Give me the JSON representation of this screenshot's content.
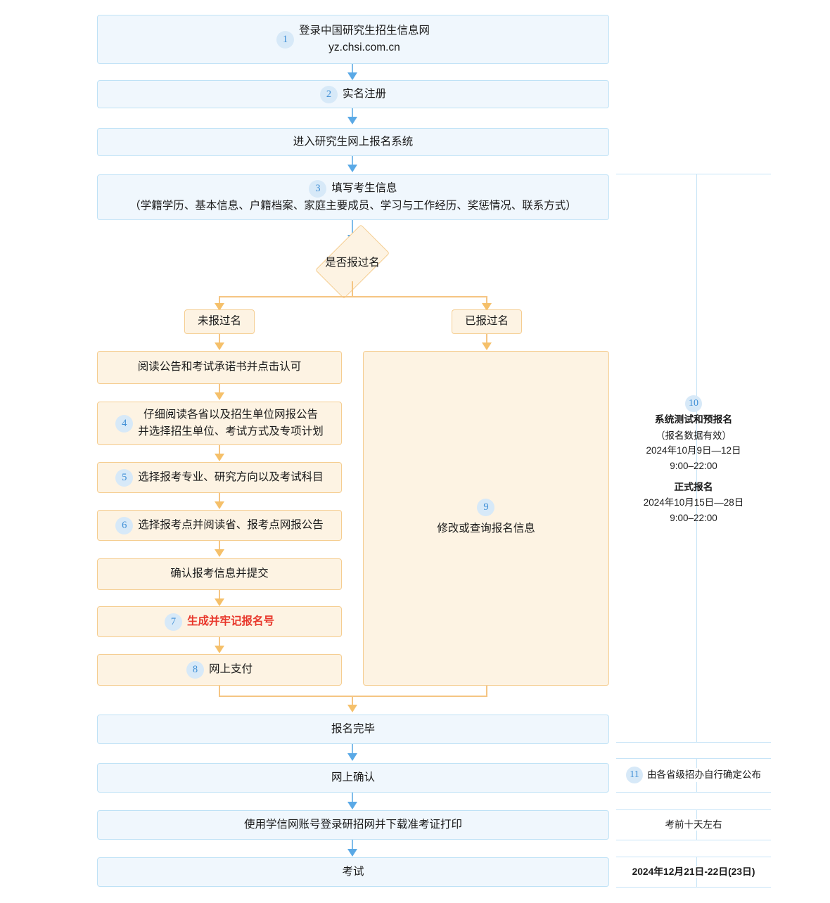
{
  "flow": {
    "step1": {
      "number": "1",
      "line1": "登录中国研究生招生信息网",
      "line2": "yz.chsi.com.cn"
    },
    "step2": {
      "number": "2",
      "label": "实名注册"
    },
    "step_enter": {
      "label": "进入研究生网上报名系统"
    },
    "step3": {
      "number": "3",
      "line1": "填写考生信息",
      "line2": "（学籍学历、基本信息、户籍档案、家庭主要成员、学习与工作经历、奖惩情况、联系方式）"
    },
    "decision": {
      "label": "是否报过名"
    },
    "branch_no": {
      "label": "未报过名"
    },
    "branch_yes": {
      "label": "已报过名"
    },
    "step_read": {
      "label": "阅读公告和考试承诺书并点击认可"
    },
    "step4": {
      "number": "4",
      "line1": "仔细阅读各省以及招生单位网报公告",
      "line2": "并选择招生单位、考试方式及专项计划"
    },
    "step5": {
      "number": "5",
      "label": "选择报考专业、研究方向以及考试科目"
    },
    "step6": {
      "number": "6",
      "label": "选择报考点并阅读省、报考点网报公告"
    },
    "step_confirm": {
      "label": "确认报考信息并提交"
    },
    "step7": {
      "number": "7",
      "label": "生成并牢记报名号"
    },
    "step8": {
      "number": "8",
      "label": "网上支付"
    },
    "step9": {
      "number": "9",
      "label": "修改或查询报名信息"
    },
    "step_done": {
      "label": "报名完毕"
    },
    "step_online_confirm": {
      "label": "网上确认"
    },
    "step_admit_card": {
      "label": "使用学信网账号登录研招网并下载准考证打印"
    },
    "step_exam": {
      "label": "考试"
    }
  },
  "timeline": {
    "registration": {
      "number": "10",
      "pre_title": "系统测试和预报名",
      "pre_note": "（报名数据有效）",
      "pre_date": "2024年10月9日—12日",
      "pre_time": "9:00–22:00",
      "formal_title": "正式报名",
      "formal_date": "2024年10月15日—28日",
      "formal_time": "9:00–22:00"
    },
    "confirm": {
      "number": "11",
      "label": "由各省级招办自行确定公布"
    },
    "admit_card": {
      "label": "考前十天左右"
    },
    "exam": {
      "label": "2024年12月21日-22日(23日)"
    }
  },
  "colors": {
    "blue_fill": "#f0f7fd",
    "blue_border": "#bfe2f6",
    "orange_fill": "#fdf3e3",
    "orange_border": "#f5cd90",
    "badge_fill": "#d7e9f8",
    "badge_text": "#3f8fd6",
    "highlight_red": "#e8362a",
    "arrow_blue": "#5aa9e6",
    "arrow_orange": "#f5c06a"
  }
}
